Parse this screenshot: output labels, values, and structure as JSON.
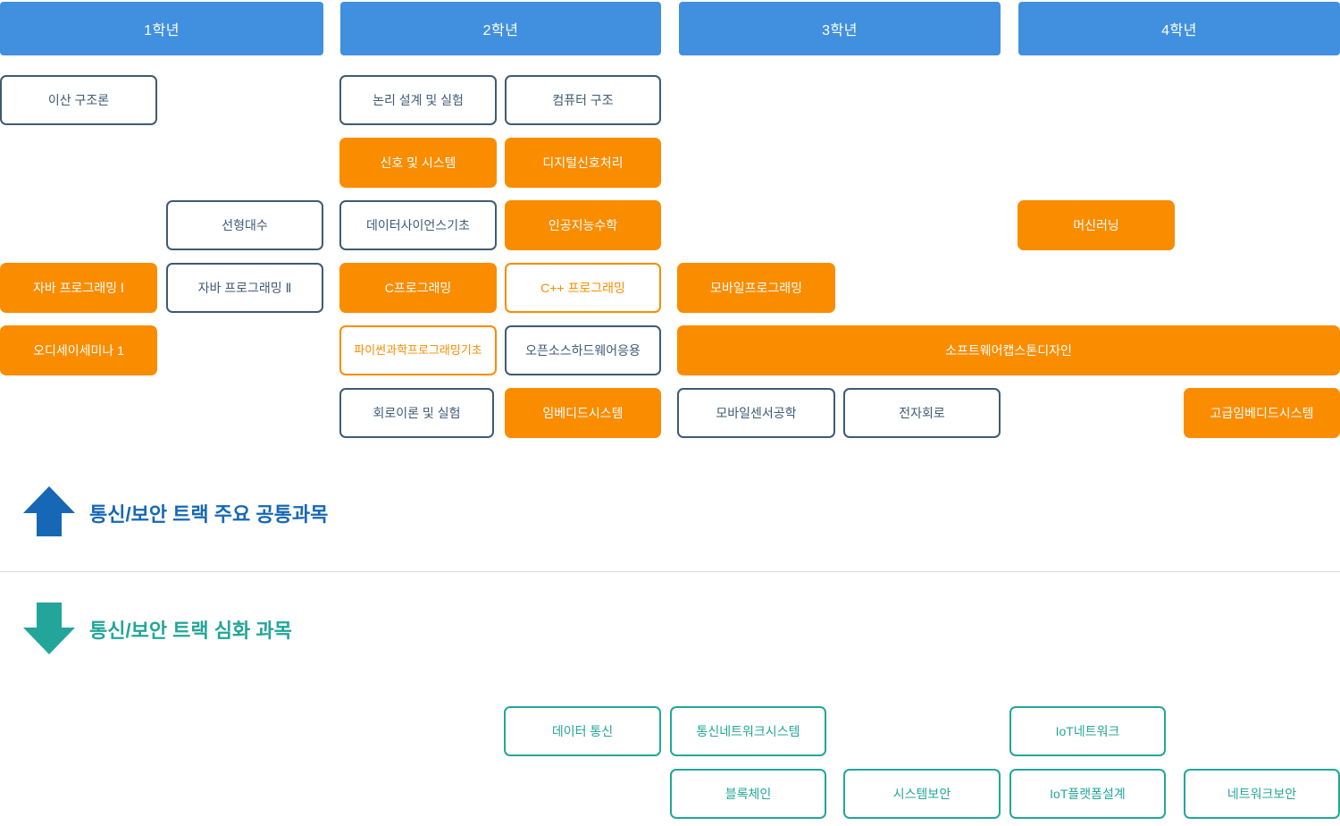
{
  "palette": {
    "header_blue": "#4190df",
    "box_navy": "#3f5a75",
    "accent_orange": "#fa8c00",
    "accent_teal": "#23a699",
    "legend_blue": "#1667b5",
    "white": "#ffffff",
    "divider_gray": "#d8d8d8"
  },
  "year_headers": [
    {
      "label": "1학년"
    },
    {
      "label": "2학년"
    },
    {
      "label": "3학년"
    },
    {
      "label": "4학년"
    }
  ],
  "common_track": {
    "courses": [
      {
        "label": "이산 구조론",
        "style": "plain",
        "col": "1A",
        "row": 1
      },
      {
        "label": "논리 설계 및 실험",
        "style": "plain",
        "col": "2A",
        "row": 1
      },
      {
        "label": "컴퓨터 구조",
        "style": "plain",
        "col": "2B",
        "row": 1
      },
      {
        "label": "신호 및 시스템",
        "style": "filled",
        "col": "2A",
        "row": 2
      },
      {
        "label": "디지털신호처리",
        "style": "filled",
        "col": "2B",
        "row": 2
      },
      {
        "label": "선형대수",
        "style": "plain",
        "col": "1B",
        "row": 3
      },
      {
        "label": "데이터사이언스기초",
        "style": "plain",
        "col": "2A",
        "row": 3
      },
      {
        "label": "인공지능수학",
        "style": "filled",
        "col": "2B",
        "row": 3
      },
      {
        "label": "머신러닝",
        "style": "filled",
        "col": "4A",
        "row": 3
      },
      {
        "label": "자바 프로그래밍 Ⅰ",
        "style": "filled",
        "col": "1A",
        "row": 4
      },
      {
        "label": "자바 프로그래밍 Ⅱ",
        "style": "plain",
        "col": "1B",
        "row": 4
      },
      {
        "label": "C프로그래밍",
        "style": "filled",
        "col": "2A",
        "row": 4
      },
      {
        "label": "C++ 프로그래밍",
        "style": "outline-orange",
        "col": "2B",
        "row": 4
      },
      {
        "label": "모바일프로그래밍",
        "style": "filled",
        "col": "3A",
        "row": 4
      },
      {
        "label": "오디세이세미나 1",
        "style": "filled",
        "col": "1A",
        "row": 5
      },
      {
        "label": "파이썬과학프로그래밍기초",
        "style": "outline-orange",
        "col": "2A",
        "row": 5
      },
      {
        "label": "오픈소스하드웨어응용",
        "style": "plain",
        "col": "2B",
        "row": 5
      },
      {
        "label": "소프트웨어캡스톤디자인",
        "style": "filled",
        "col": "3A-4B",
        "row": 5
      },
      {
        "label": "회로이론 및 실험",
        "style": "plain",
        "col": "2A",
        "row": 6
      },
      {
        "label": "임베디드시스템",
        "style": "filled",
        "col": "2B",
        "row": 6
      },
      {
        "label": "모바일센서공학",
        "style": "plain",
        "col": "3A",
        "row": 6
      },
      {
        "label": "전자회로",
        "style": "plain",
        "col": "3B",
        "row": 6
      },
      {
        "label": "고급임베디드시스템",
        "style": "filled",
        "col": "4B",
        "row": 6
      }
    ]
  },
  "legends": {
    "up": {
      "label": "통신/보안 트랙 주요 공통과목",
      "icon": "arrow-up-icon",
      "color": "#1667b5"
    },
    "down": {
      "label": "통신/보안 트랙 심화 과목",
      "icon": "arrow-down-icon",
      "color": "#23a699"
    }
  },
  "advanced_track": {
    "courses": [
      {
        "label": "데이터 통신",
        "style": "teal",
        "col": "2B",
        "row": 1
      },
      {
        "label": "통신네트워크시스템",
        "style": "teal",
        "col": "3A",
        "row": 1
      },
      {
        "label": "IoT네트워크",
        "style": "teal",
        "col": "4A",
        "row": 1
      },
      {
        "label": "블록체인",
        "style": "teal",
        "col": "3A",
        "row": 2
      },
      {
        "label": "시스템보안",
        "style": "teal",
        "col": "3B",
        "row": 2
      },
      {
        "label": "IoT플랫폼설계",
        "style": "teal",
        "col": "4A",
        "row": 2
      },
      {
        "label": "네트워크보안",
        "style": "teal",
        "col": "4B",
        "row": 2
      }
    ]
  }
}
